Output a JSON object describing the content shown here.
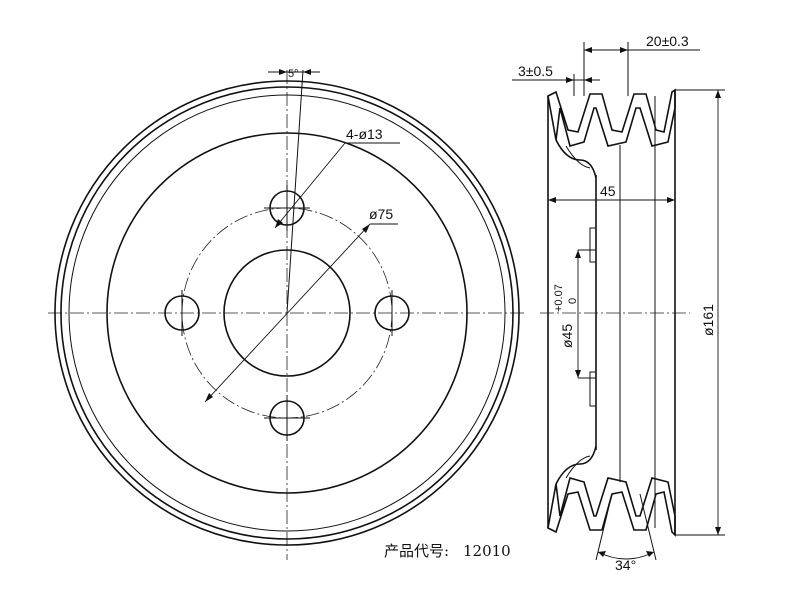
{
  "front_view": {
    "angle_label": "5°",
    "holes_label": "4-ø13",
    "pcd_label": "ø75"
  },
  "side_view": {
    "groove_width_label": "3±0.5",
    "pitch_label": "20±0.3",
    "bore_depth_label": "45",
    "bore_label": "ø45",
    "bore_tol_upper": "+0.07",
    "bore_tol_lower": "0",
    "outer_diameter_label": "ø161",
    "groove_angle_label": "34°"
  },
  "caption": {
    "product_code_label": "产品代号:",
    "product_code_value": "12010"
  }
}
